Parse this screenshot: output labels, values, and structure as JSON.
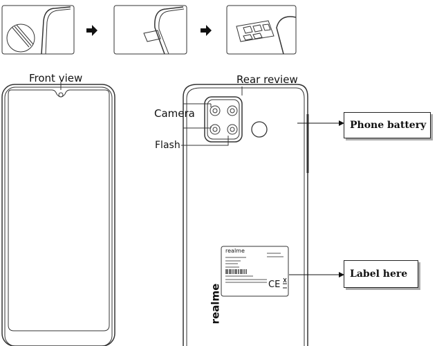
{
  "labels": {
    "front_view": "Front view",
    "rear_view": "Rear review",
    "camera": "Camera",
    "flash": "Flash",
    "phone_battery": "Phone battery",
    "label_here": "Label here"
  },
  "device_label": {
    "brand": "realme",
    "mark": "CE"
  },
  "back_logo": "realme"
}
